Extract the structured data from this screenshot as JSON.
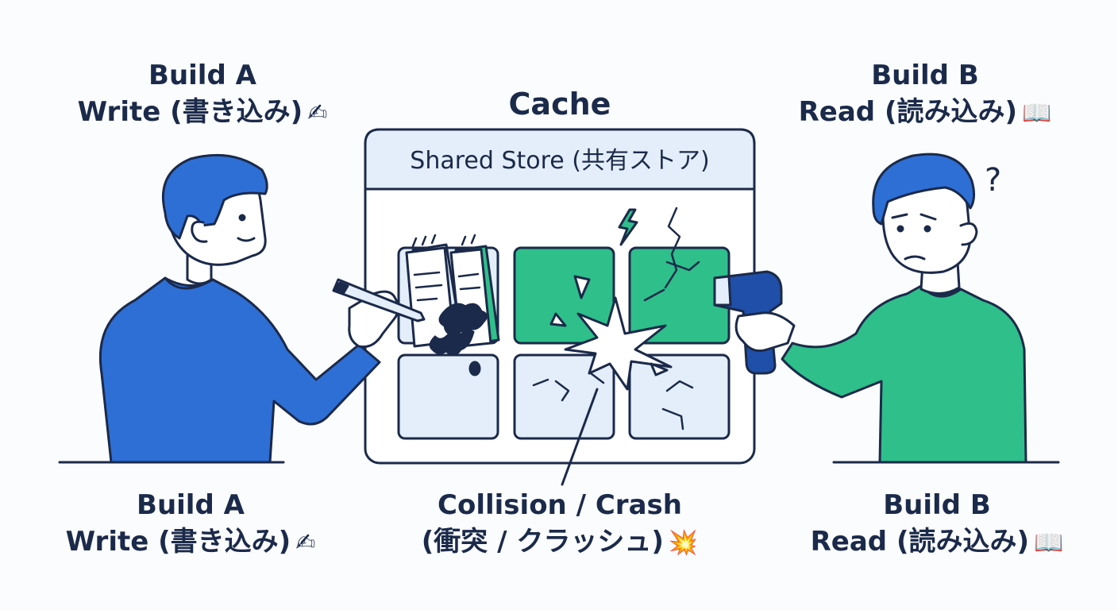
{
  "top_left": {
    "title": "Build A",
    "action": "Write (書き込み)",
    "action_icon": "writing-hand-icon"
  },
  "top_center": {
    "title": "Cache"
  },
  "top_right": {
    "title": "Build B",
    "action": "Read (読み込み)",
    "action_icon": "open-book-icon"
  },
  "cache": {
    "header": "Shared Store (共有ストア)"
  },
  "bottom_left": {
    "title": "Build A",
    "action": "Write (書き込み)",
    "action_icon": "writing-hand-icon"
  },
  "bottom_center": {
    "line1": "Collision / Crash",
    "line2": "(衝突 / クラッシュ)",
    "icon": "collision-icon"
  },
  "bottom_right": {
    "title": "Build B",
    "action": "Read (読み込み)",
    "action_icon": "open-book-icon"
  },
  "question_mark": "?",
  "colors": {
    "ink": "#1b2a4a",
    "blue": "#2e6fd6",
    "dark_blue": "#1f4fa8",
    "green": "#2fbf8a",
    "cell_blue": "#e4eefa",
    "header_blue": "#e4eefa",
    "skin": "#ffffff"
  }
}
